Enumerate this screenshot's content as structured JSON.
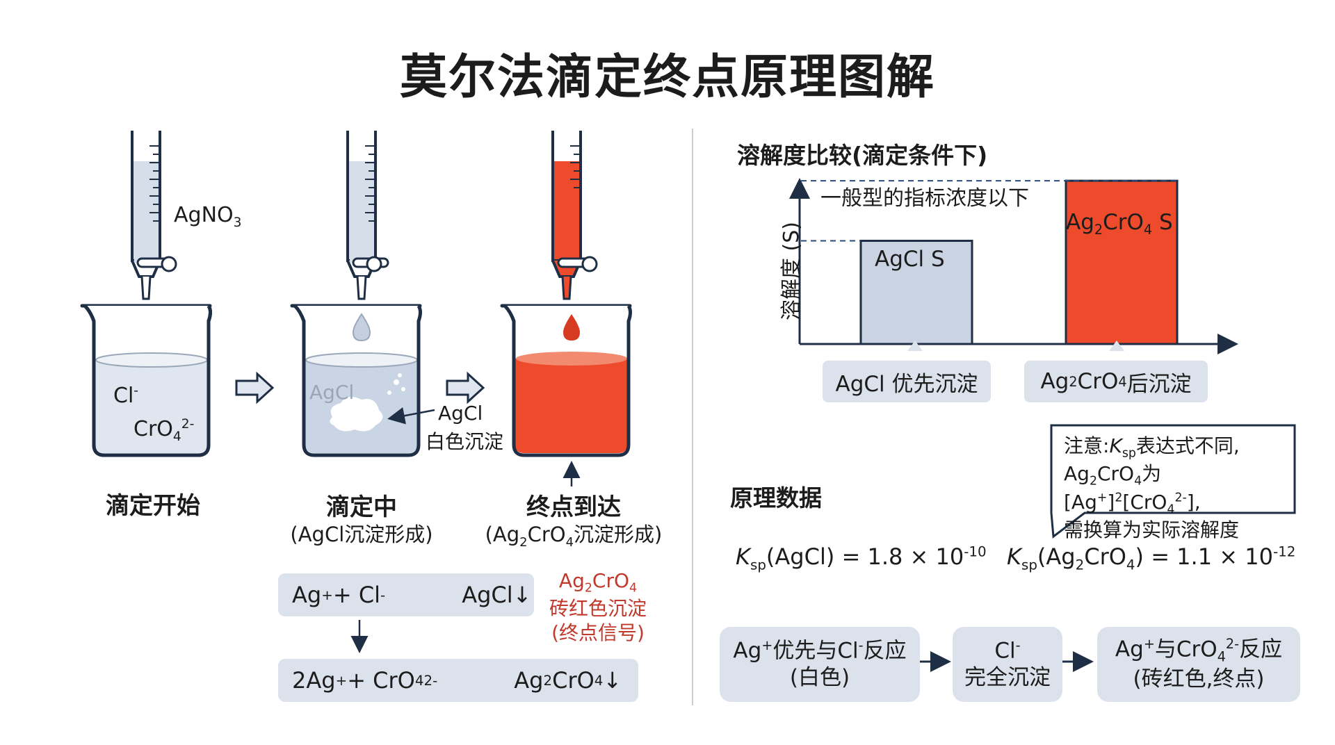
{
  "title": "莫尔法滴定终点原理图解",
  "stages": [
    {
      "title": "滴定开始",
      "subtitle": ""
    },
    {
      "title": "滴定中",
      "subtitle": "(AgCl沉淀形成)"
    },
    {
      "title": "终点到达",
      "subtitle_pre": "(Ag",
      "subtitle_sub1": "2",
      "subtitle_mid": "CrO",
      "subtitle_sub2": "4",
      "subtitle_post": "沉淀形成)"
    }
  ],
  "burette_label": {
    "main": "AgNO",
    "sub": "3"
  },
  "beaker1": {
    "ion1": "Cl",
    "ion1_sup": "-",
    "ion2": "CrO",
    "ion2_sub": "4",
    "ion2_sup": "2-"
  },
  "beaker2": {
    "watermark": "AgCl",
    "annot_line1": "AgCl",
    "annot_line2": "白色沉淀"
  },
  "equations": {
    "eq1": {
      "lhs": "Ag",
      "lhs_sup": "+",
      "plus": " + Cl",
      "cl_sup": "-",
      "rhs": "AgCl↓"
    },
    "eq2": {
      "lhs": "2Ag",
      "lhs_sup": "+",
      "plus": " + CrO",
      "cro_sub": "4",
      "cro_sup": "2-",
      "rhs": "Ag",
      "rhs_sub1": "2",
      "rhs_mid": "CrO",
      "rhs_sub2": "4",
      "rhs_end": "↓"
    },
    "side_note": {
      "line1_main": "Ag",
      "line1_sub1": "2",
      "line1_mid": "CrO",
      "line1_sub2": "4",
      "line2": "砖红色沉淀",
      "line3": "(终点信号)"
    }
  },
  "solubility": {
    "section_title": "溶解度比较(滴定条件下)",
    "y_axis_label": "溶解度 (S)",
    "note": "一般型的指标浓度以下",
    "bar1_label": "AgCl S",
    "bar2_label_main": "Ag",
    "bar2_sub1": "2",
    "bar2_mid": "CrO",
    "bar2_sub2": "4",
    "bar2_end": " S",
    "tag1": "AgCl 优先沉淀",
    "tag2_main": "Ag",
    "tag2_sub1": "2",
    "tag2_mid": "CrO",
    "tag2_sub2": "4",
    "tag2_end": " 后沉淀"
  },
  "chart_data": {
    "type": "bar",
    "categories": [
      "AgCl S",
      "Ag2CrO4 S"
    ],
    "values": [
      0.55,
      0.87
    ],
    "ylabel": "溶解度 (S)",
    "colors": [
      "#c9d3e2",
      "#ee4a2c"
    ]
  },
  "principle": {
    "section_title": "原理数据",
    "ksp1": {
      "k": "K",
      "sub": "sp",
      "text": "(AgCl) = 1.8 × 10",
      "exp": "-10"
    },
    "ksp2": {
      "k": "K",
      "sub": "sp",
      "t1": "(Ag",
      "s1": "2",
      "t2": "CrO",
      "s2": "4",
      "t3": ") = 1.1 × 10",
      "exp": "-12"
    },
    "note": {
      "l1_a": "注意:",
      "l1_k": "K",
      "l1_sub": "sp",
      "l1_b": "表达式不同,",
      "l2_a": "Ag",
      "l2_s1": "2",
      "l2_b": "CrO",
      "l2_s2": "4",
      "l2_c": "为[Ag",
      "l2_sup1": "+",
      "l2_d": "]",
      "l2_sup2": "2",
      "l2_e": "[CrO",
      "l2_s3": "4",
      "l2_sup3": "2-",
      "l2_f": "],",
      "l3": "需换算为实际溶解度"
    }
  },
  "flow": {
    "box1_l1_a": "Ag",
    "box1_l1_sup": "+",
    "box1_l1_b": "优先与Cl",
    "box1_l1_sup2": "-",
    "box1_l1_c": "反应",
    "box1_l2": "(白色)",
    "box2_l1": "Cl",
    "box2_l1_sup": "-",
    "box2_l2": "完全沉淀",
    "box3_l1_a": "Ag",
    "box3_l1_sup": "+",
    "box3_l1_b": "与CrO",
    "box3_l1_sub": "4",
    "box3_l1_sup2": "2-",
    "box3_l1_c": "反应",
    "box3_l2": "(砖红色,终点)"
  },
  "colors": {
    "solution": "#dfe6f0",
    "red": "#ee4a2c",
    "red_dark": "#d63b22",
    "box": "#dce2ec",
    "outline": "#1e2e44"
  }
}
